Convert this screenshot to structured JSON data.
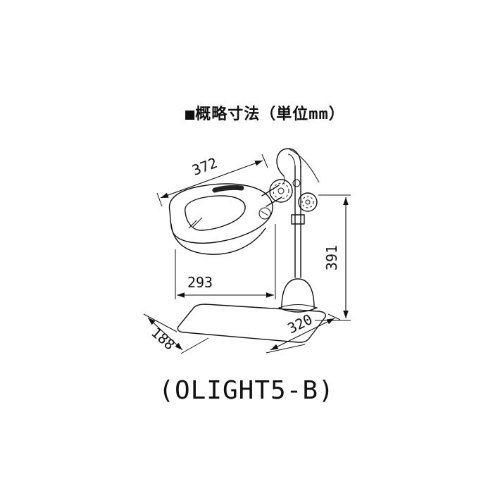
{
  "title": "■概略寸法（単位mm）",
  "caption": "(OLIGHT5-B)",
  "unit": "mm",
  "dims": {
    "head_width": "372",
    "overall_height": "391",
    "lens_span": "293",
    "base_length": "320",
    "base_depth": "188"
  },
  "colors": {
    "line": "#111111",
    "background": "#ffffff"
  }
}
